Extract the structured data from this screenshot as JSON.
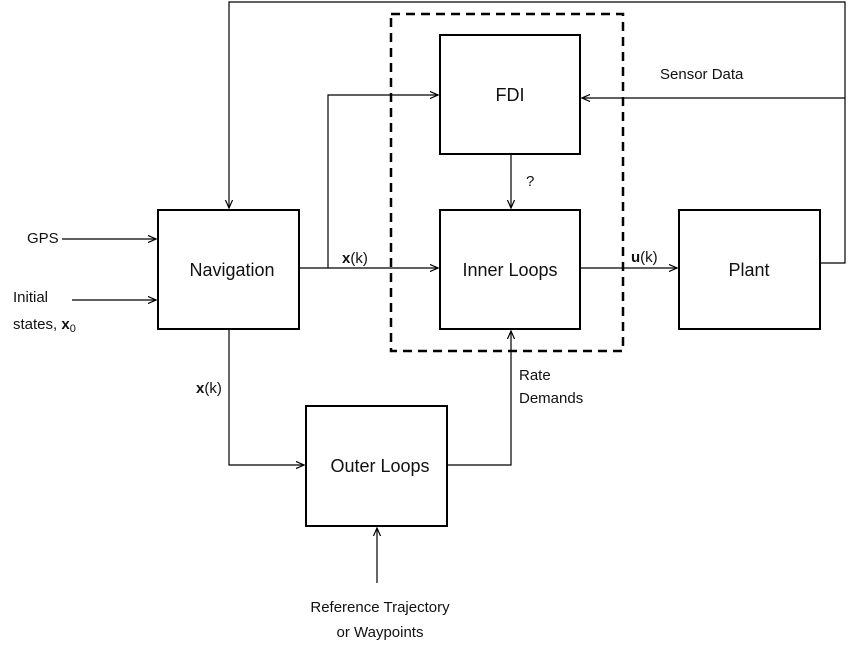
{
  "blocks": {
    "fdi": "FDI",
    "navigation": "Navigation",
    "inner_loops": "Inner Loops",
    "plant": "Plant",
    "outer_loops": "Outer Loops"
  },
  "signals": {
    "sensor_data": "Sensor Data",
    "gps": "GPS",
    "initial_states_line1": "Initial",
    "initial_states_line2": "states, ",
    "initial_states_symbol": "x",
    "initial_states_subscript": "0",
    "state_symbol": "x",
    "state_index": "(k)",
    "control_symbol": "u",
    "control_index": "(k)",
    "question_mark": "?",
    "rate_demands_line1": "Rate",
    "rate_demands_line2": "Demands",
    "reference_line1": "Reference Trajectory",
    "reference_line2": "or Waypoints"
  }
}
